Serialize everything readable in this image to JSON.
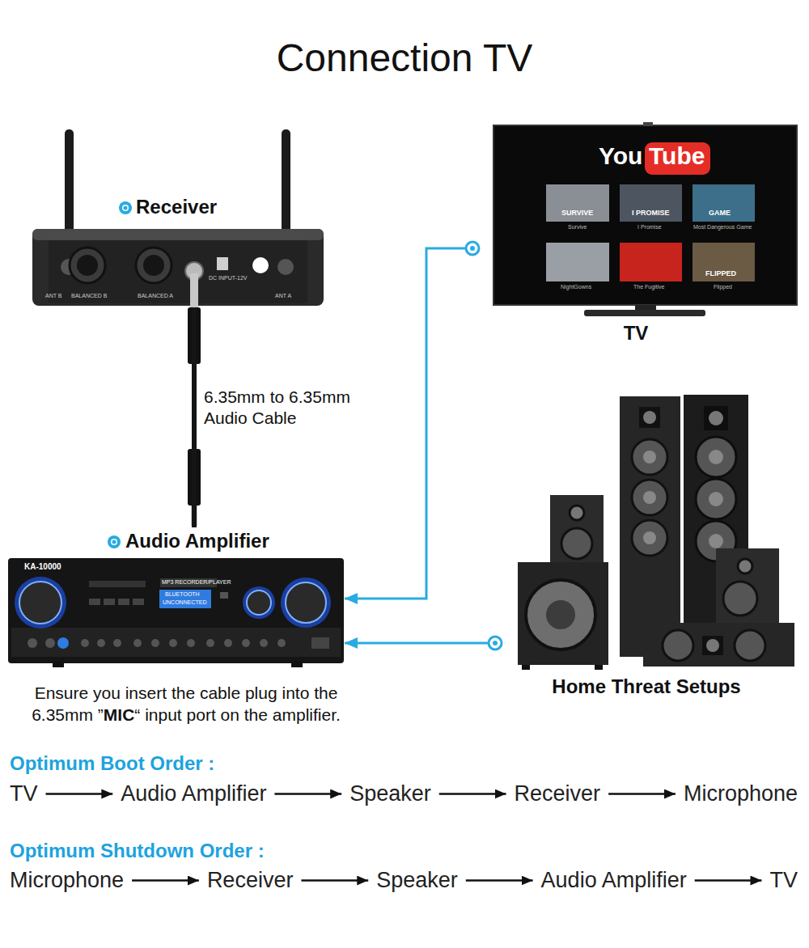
{
  "diagram": {
    "title": "Connection TV",
    "nodes": [
      {
        "text": [
          "Receiver"
        ]
      },
      {
        "text": [
          "TV"
        ]
      },
      {
        "text": [
          "Audio Amplifier"
        ]
      },
      {
        "text": [
          "Home Threat Setups"
        ]
      }
    ],
    "edges": [
      {
        "from": 0,
        "to": 2,
        "arrow": "none",
        "label": "6.35mm to 6.35mm Audio Cable"
      },
      {
        "from": 1,
        "to": 2,
        "arrow": "to"
      },
      {
        "from": 3,
        "to": 2,
        "arrow": "to"
      }
    ],
    "labels": [
      "Ensure you insert the cable plug into the 6.35mm ”",
      "MIC",
      "“ input port on the amplifier.",
      "Optimum Boot Order :",
      "TV",
      "Audio Amplifier",
      "Speaker",
      "Receiver",
      "Microphone",
      "Optimum Shutdown Order :",
      "Microphone",
      "Receiver",
      "Speaker",
      "Audio Amplifier",
      "TV",
      "ANT B",
      "BALANCED B",
      "BALANCED A",
      "DC INPUT-12V",
      "ANT A",
      "KA-10000",
      "MP3 RECORDER/PLAYER",
      "BLUETOOTH",
      "UNCONNECTED",
      "You",
      "Tube",
      "SURVIVE",
      "Survive",
      "I PROMISE",
      "I Promise",
      "GAME",
      "Most Dangerous Game",
      "NightGowns",
      "The Fugitive",
      "FLIPPED",
      "Flipped"
    ]
  }
}
